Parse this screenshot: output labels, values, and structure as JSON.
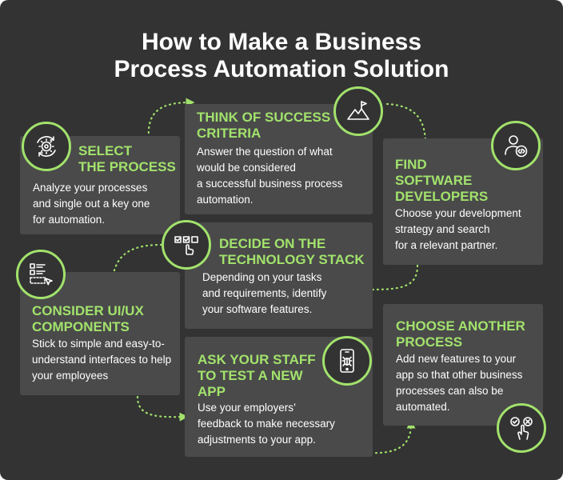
{
  "title": {
    "line1": "How to Make a Business",
    "line2": "Process Automation Solution"
  },
  "steps": [
    {
      "id": "select",
      "icon": "gear-cycle-icon",
      "title": [
        "SELECT",
        "THE PROCESS"
      ],
      "desc": [
        "Analyze your processes",
        "and single out a key one",
        "for automation."
      ]
    },
    {
      "id": "criteria",
      "icon": "mountain-flag-icon",
      "title": [
        "THINK OF SUCCESS",
        "CRITERIA"
      ],
      "desc": [
        "Answer the question of what",
        "would be considered",
        "a successful business process",
        "automation."
      ]
    },
    {
      "id": "developers",
      "icon": "developer-code-icon",
      "title": [
        "FIND",
        "SOFTWARE",
        "DEVELOPERS"
      ],
      "desc": [
        "Choose your development",
        "strategy and search",
        "for a relevant partner."
      ]
    },
    {
      "id": "stack",
      "icon": "checklist-select-icon",
      "title": [
        "DECIDE ON THE",
        "TECHNOLOGY STACK"
      ],
      "desc": [
        "Depending on your tasks",
        "and requirements, identify",
        "your software features."
      ]
    },
    {
      "id": "uiux",
      "icon": "ui-layout-icon",
      "title": [
        "CONSIDER UI/UX",
        "COMPONENTS"
      ],
      "desc": [
        "Stick to simple and easy-to-",
        "understand interfaces to help",
        "your employees"
      ]
    },
    {
      "id": "test",
      "icon": "mobile-bug-icon",
      "title": [
        "ASK YOUR STAFF",
        "TO TEST A NEW",
        "APP"
      ],
      "desc": [
        "Use your employers’",
        "feedback to make necessary",
        "adjustments to your app."
      ]
    },
    {
      "id": "another",
      "icon": "choice-hand-icon",
      "title": [
        "CHOOSE ANOTHER",
        "PROCESS"
      ],
      "desc": [
        "Add new features to your",
        "app so that other business",
        "processes can also be",
        "automated."
      ]
    }
  ],
  "colors": {
    "background": "#333333",
    "card": "#4a4a4a",
    "accent": "#a2e26c",
    "text": "#ffffff"
  }
}
